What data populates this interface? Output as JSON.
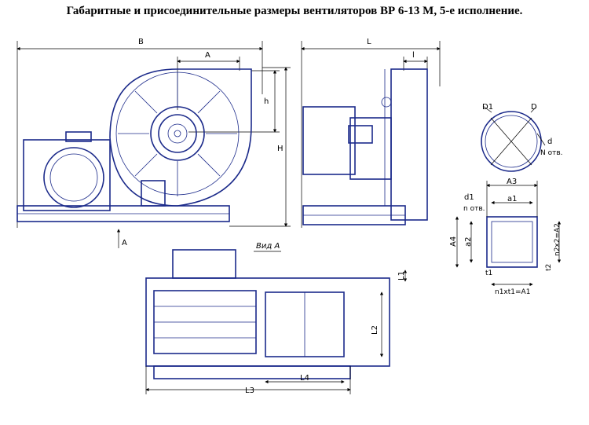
{
  "title": "Габаритные и присоединительные размеры вентиляторов ВР 6-13 М, 5-е исполнение.",
  "colors": {
    "line": "#1b2a8a",
    "dimension": "#000000"
  },
  "labels": {
    "B": "B",
    "A_top": "A",
    "h": "h",
    "H": "H",
    "arrow_A": "A",
    "L": "L",
    "l": "l",
    "vid_A": "Вид А",
    "L1": "L1",
    "L2": "L2",
    "L3": "L3",
    "L4": "L4",
    "D1": "D1",
    "D": "D",
    "d_right": "d",
    "N_otv": "N отв.",
    "A3": "A3",
    "a1": "a1",
    "d1": "d1",
    "n_otv": "n отв.",
    "A4": "A4",
    "a2": "a2",
    "n2x2": "n2x2=A2",
    "t2": "t2",
    "t1": "t1",
    "n1xt1": "n1xt1=A1"
  }
}
